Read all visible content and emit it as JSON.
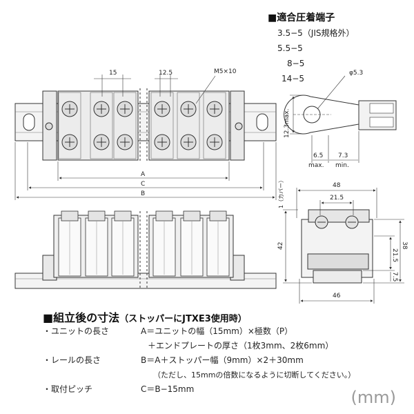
{
  "crimp_terminals": {
    "heading": "■適合圧着端子",
    "sizes": [
      "3.5−5（JIS規格外）",
      "5.5−5",
      "8−5",
      "14−5"
    ]
  },
  "top_view_dims": {
    "pitch_15": "15",
    "pitch_12_5": "12.5",
    "screw": "M5×10",
    "A": "A",
    "C": "C",
    "B": "B"
  },
  "terminal_dims": {
    "hole_dia": "φ5.3",
    "height": "12.3max.",
    "w1": "6.5",
    "w1_note": "max.",
    "w2": "7.3",
    "w2_note": "min."
  },
  "side_view_dims": {
    "width_top": "48",
    "inner": "21.5",
    "width_bottom": "46",
    "height_total": "42",
    "h38": "38",
    "h21_5": "21.5",
    "h7_5": "7.5",
    "cover": "1（カバー）"
  },
  "assembly": {
    "title": "■組立後の寸法",
    "title_sub": "（ストッパーにJTXE3使用時）",
    "rows": [
      {
        "label": "ユニットの長さ",
        "text": "A＝ユニットの幅（15mm）×極数（P）"
      },
      {
        "label": "",
        "text": "＋エンドプレートの厚さ（1枚3mm、2枚6mm）"
      },
      {
        "label": "レールの長さ",
        "text": "B＝A＋ストッパー幅（9mm）×2＋30mm"
      },
      {
        "label": "",
        "text": "（ただし、15mmの倍数になるように切断してください。）"
      },
      {
        "label": "取付ピッチ",
        "text": "C＝B−15mm"
      }
    ]
  },
  "unit_label": "(mm)"
}
